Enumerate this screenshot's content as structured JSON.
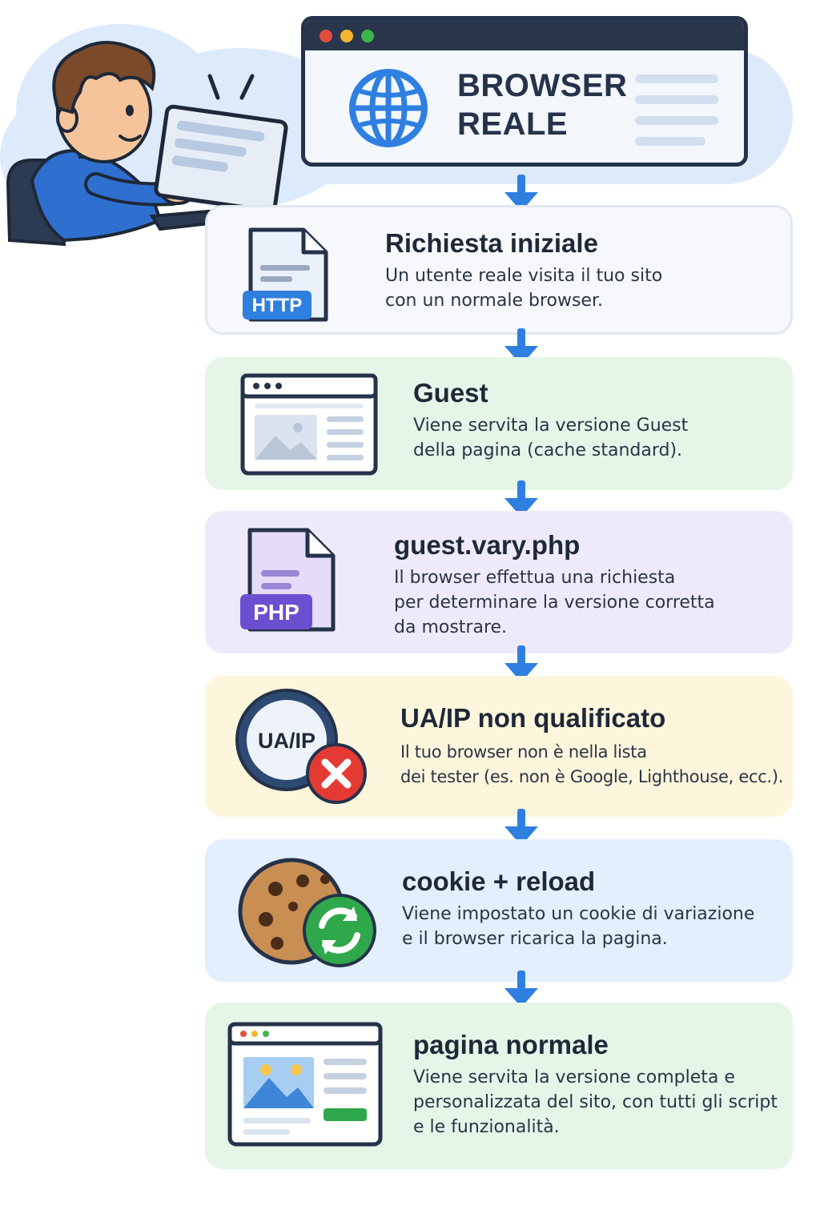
{
  "header": {
    "title": "BROWSER\nREALE",
    "icon": "globe-icon",
    "accent": "#2f7fe0"
  },
  "steps": [
    {
      "title": "Richiesta iniziale",
      "description": "Un utente reale visita il tuo sito\ncon un normale browser.",
      "icon": "http-file-icon",
      "icon_label": "HTTP",
      "color": "#f6f8fb"
    },
    {
      "title": "Guest",
      "description": "Viene servita la versione Guest\ndella pagina (cache standard).",
      "icon": "guest-page-icon",
      "color": "#e5f5e8"
    },
    {
      "title": "guest.vary.php",
      "description": "Il browser effettua una richiesta\nper determinare la versione corretta\nda mostrare.",
      "icon": "php-file-icon",
      "icon_label": "PHP",
      "color": "#efeafb"
    },
    {
      "title": "UA/IP non qualificato",
      "description": "Il tuo browser non è nella lista\ndei tester (es. non è Google, Lighthouse, ecc.).",
      "icon": "ua-ip-rejected-icon",
      "icon_label": "UA/IP",
      "color": "#fdf6dc"
    },
    {
      "title": "cookie + reload",
      "description": "Viene impostato un cookie di variazione\ne il browser ricarica la pagina.",
      "icon": "cookie-reload-icon",
      "color": "#e3effc"
    },
    {
      "title": "pagina normale",
      "description": "Viene servita la versione completa e\npersonalizzata del sito, con tutti gli script\ne le funzionalità.",
      "icon": "full-page-icon",
      "color": "#e5f5e8"
    }
  ],
  "colors": {
    "arrow": "#2f7fe0",
    "outline": "#24324a"
  }
}
